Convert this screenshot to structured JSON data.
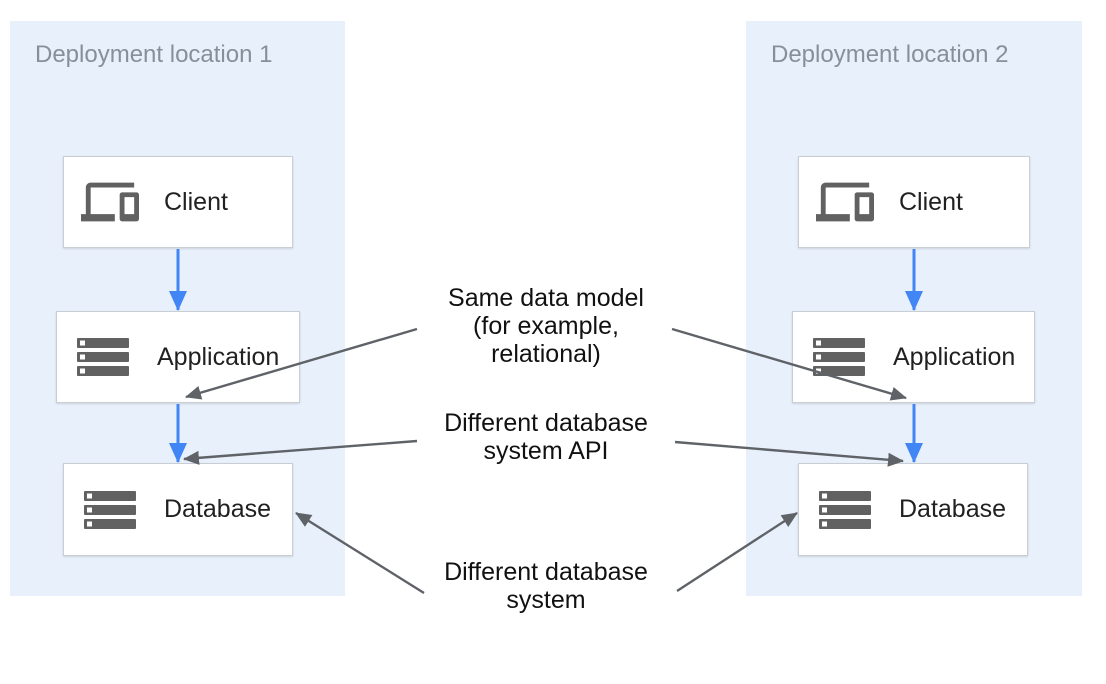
{
  "diagram": {
    "panels": [
      {
        "title": "Deployment location 1",
        "nodes": [
          {
            "label": "Client",
            "icon": "devices-icon"
          },
          {
            "label": "Application",
            "icon": "storage-icon"
          },
          {
            "label": "Database",
            "icon": "storage-icon"
          }
        ]
      },
      {
        "title": "Deployment location 2",
        "nodes": [
          {
            "label": "Client",
            "icon": "devices-icon"
          },
          {
            "label": "Application",
            "icon": "storage-icon"
          },
          {
            "label": "Database",
            "icon": "storage-icon"
          }
        ]
      }
    ],
    "annotations": [
      {
        "lines": [
          "Same data model",
          "(for example,",
          "relational)"
        ]
      },
      {
        "lines": [
          "Different database",
          "system API"
        ]
      },
      {
        "lines": [
          "Different database",
          "system"
        ]
      }
    ],
    "colors": {
      "panel_background": "#e8f0fb",
      "flow_arrow_blue": "#4285f4",
      "annotation_arrow_gray": "#5f6368",
      "icon_gray": "#616161",
      "box_border": "#c9ced3",
      "panel_title_gray": "#878f98",
      "label_text": "#212121"
    }
  }
}
